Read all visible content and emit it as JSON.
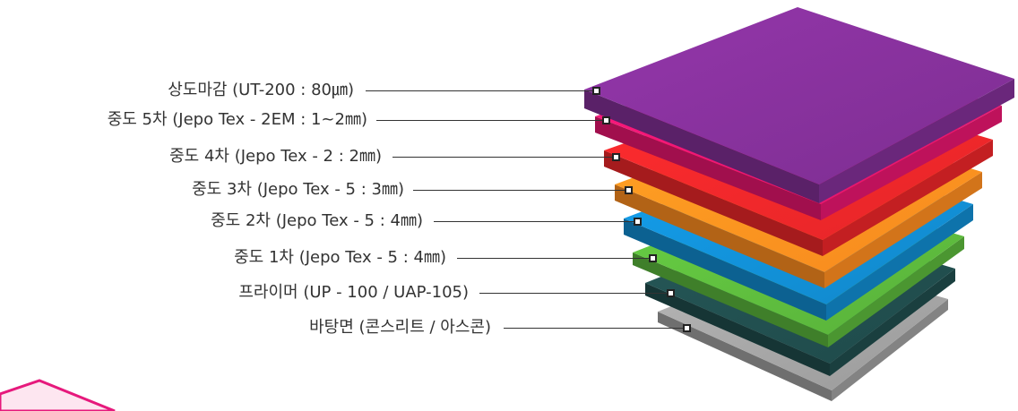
{
  "layers": [
    {
      "label": "상도마감 (UT-200 : 80㎛)",
      "color": "#7d2e91"
    },
    {
      "label": "중도 5차 (Jepo Tex - 2EM : 1~2㎜)",
      "color": "#e0156b"
    },
    {
      "label": "중도 4차 (Jepo Tex - 2 : 2㎜)",
      "color": "#e52528"
    },
    {
      "label": "중도 3차 (Jepo Tex - 5 : 3㎜)",
      "color": "#f7891e"
    },
    {
      "label": "중도 2차 (Jepo Tex - 5 : 4㎜)",
      "color": "#1187c9"
    },
    {
      "label": "중도 1차 (Jepo Tex - 5 : 4㎜)",
      "color": "#58b03a"
    },
    {
      "label": "프라이머 (UP - 100 / UAP-105)",
      "color": "#1f4a4a"
    },
    {
      "label": "바탕면 (콘스리트 / 아스콘)",
      "color": "#9a9a9a"
    }
  ],
  "colors": {
    "corner_accent": "#e6197c",
    "corner_fill": "#fde6f0"
  }
}
